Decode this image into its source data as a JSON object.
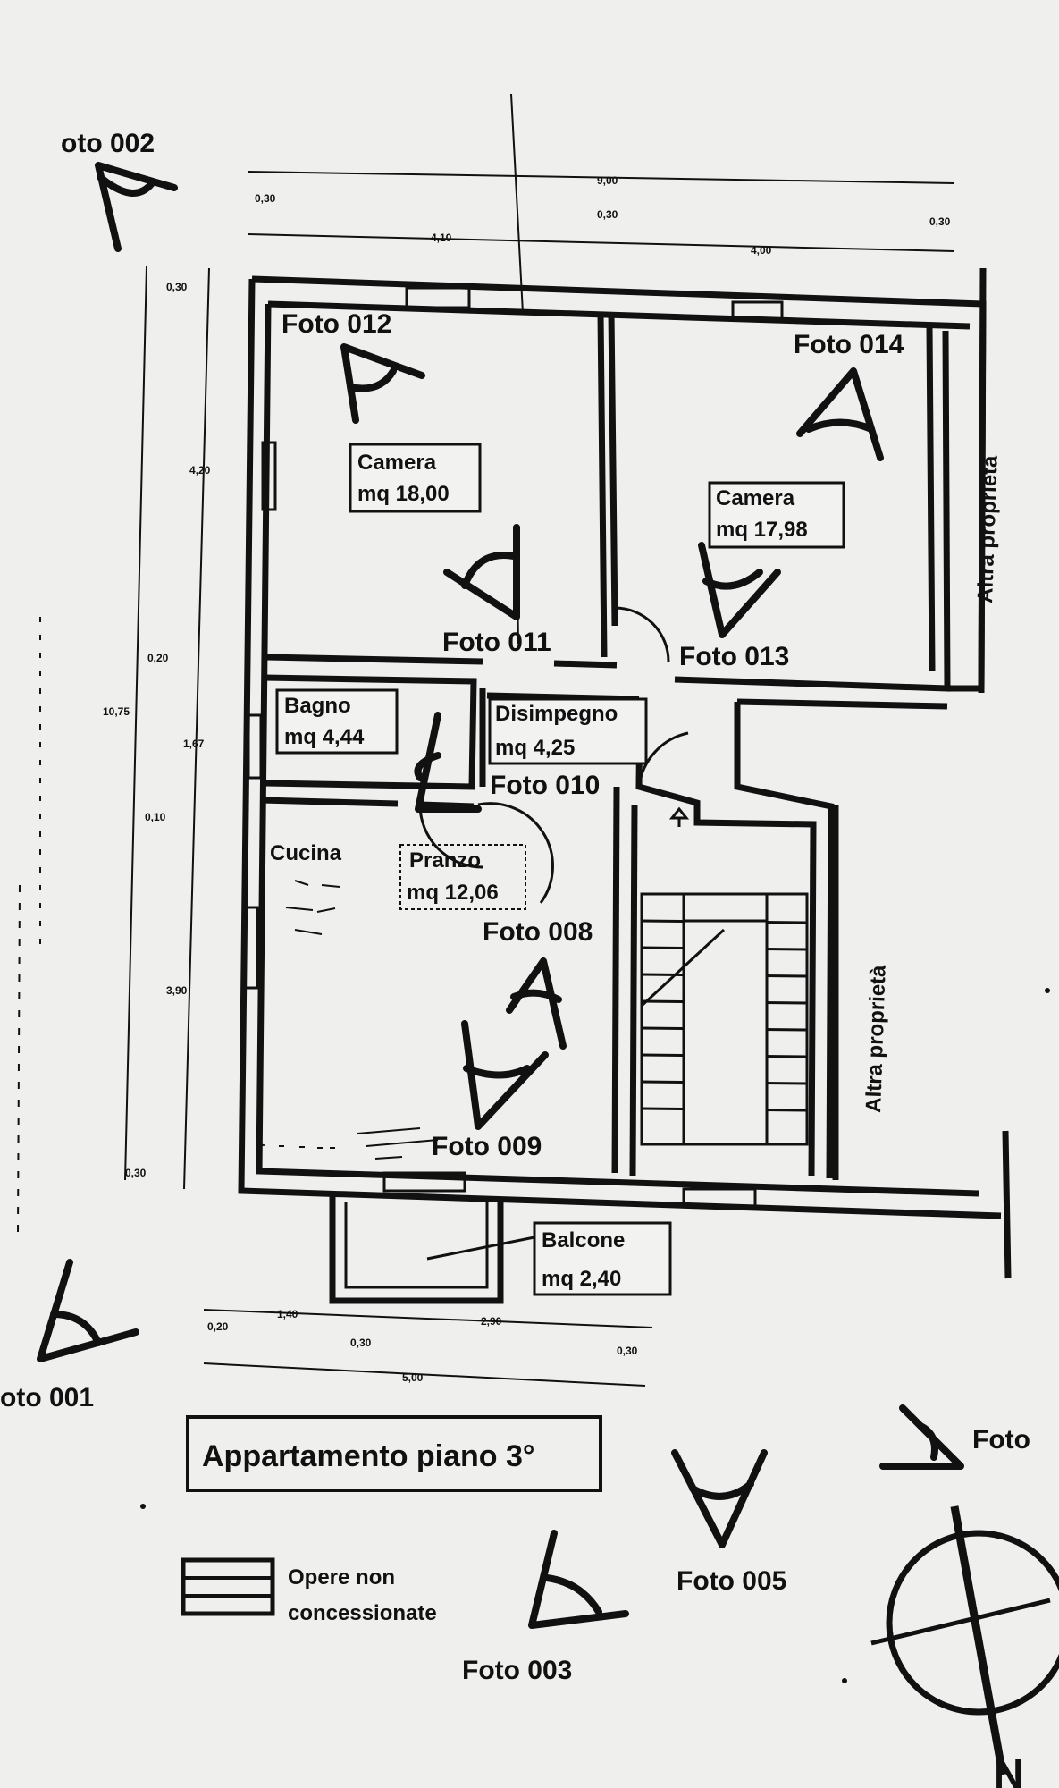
{
  "title": "Appartamento piano 3°",
  "legend": {
    "text_line1": "Opere non",
    "text_line2": "concessionate"
  },
  "compass": {
    "north": "N"
  },
  "photos": {
    "f001": "oto 001",
    "f002": "oto 002",
    "f003": "Foto 003",
    "f005": "Foto 005",
    "f006": "Foto",
    "f008": "Foto 008",
    "f009": "Foto 009",
    "f010": "Foto 010",
    "f011": "Foto 011",
    "f012": "Foto 012",
    "f013": "Foto 013",
    "f014": "Foto 014"
  },
  "rooms": {
    "camera1": {
      "name": "Camera",
      "area": "mq 18,00"
    },
    "camera2": {
      "name": "Camera",
      "area": "mq 17,98"
    },
    "bagno": {
      "name": "Bagno",
      "area": "mq 4,44"
    },
    "disimpegno": {
      "name": "Disimpegno",
      "area": "mq 4,25"
    },
    "cucina": {
      "name": "Cucina"
    },
    "pranzo": {
      "name": "Pranzo",
      "area": "mq 12,06"
    },
    "balcone": {
      "name": "Balcone",
      "area": "mq 2,40"
    }
  },
  "neighbors": {
    "top_right": "Altra proprietà",
    "right": "Altra proprietà"
  },
  "dimensions": {
    "top_total": "9,00",
    "top_left_wall": "0,30",
    "top_left_span": "4,10",
    "top_mid_wall": "0,30",
    "top_right_span": "4,00",
    "top_right_wall": "0,30",
    "left_total": "10,75",
    "left_top_wall": "0,30",
    "left_span1": "4,20",
    "left_wall2": "0,20",
    "left_span2": "1,67",
    "left_wall3": "0,10",
    "left_span3": "3,90",
    "left_bottom_wall": "0,30",
    "bottom_wall1": "0,20",
    "bottom_span1": "1,40",
    "bottom_mid": "0,30",
    "bottom_span2": "2,90",
    "bottom_wall2": "0,30",
    "bottom_total": "5,00"
  }
}
